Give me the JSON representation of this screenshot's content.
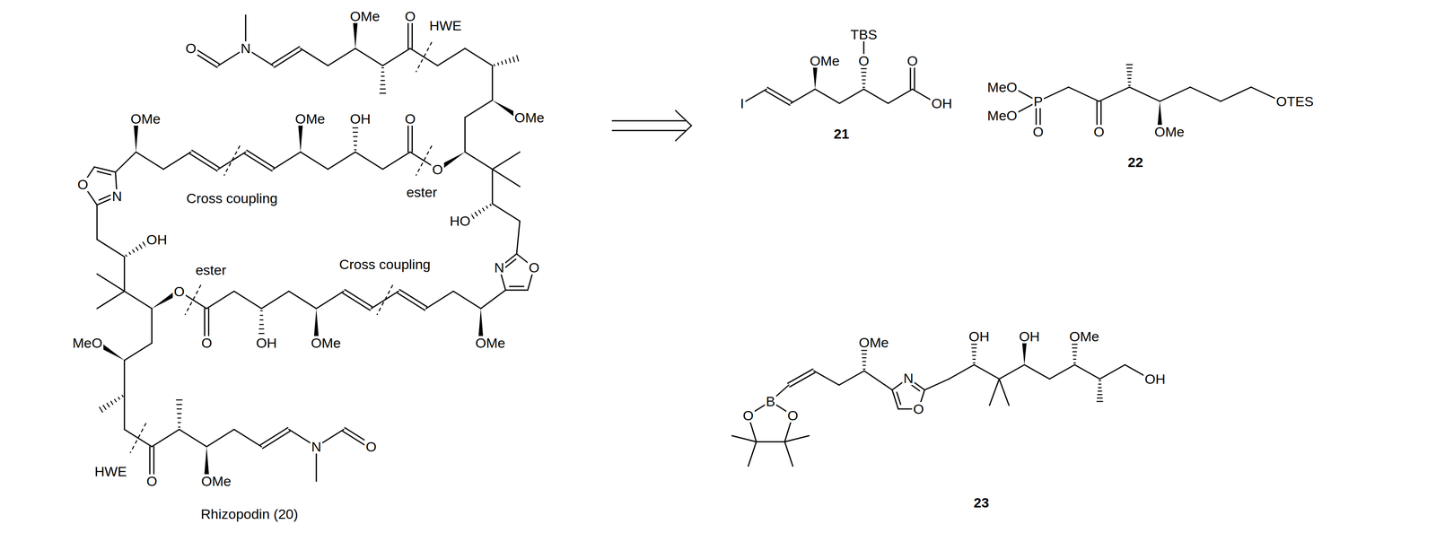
{
  "diagram": {
    "labels": [
      "O",
      "N",
      "OMe",
      "O",
      "HWE",
      "OMe",
      "OMe",
      "OMe",
      "OH",
      "O",
      "O",
      "N",
      "Cross coupling",
      "ester",
      "O",
      "HO",
      "OH",
      "N",
      "O",
      "ester",
      "O",
      "Cross coupling",
      "O",
      "OH",
      "OMe",
      "OMe",
      "MeO",
      "HWE",
      "O",
      "OMe",
      "N",
      "O",
      "Rhizopodin (20)",
      "I",
      "OMe",
      "TBS",
      "O",
      "O",
      "OH",
      "21",
      "MeO",
      "MeO",
      "P",
      "O",
      "O",
      "OMe",
      "OTES",
      "22",
      "OMe",
      "OH",
      "OH",
      "OMe",
      "OH",
      "N",
      "O",
      "B",
      "O",
      "O",
      "23"
    ]
  }
}
